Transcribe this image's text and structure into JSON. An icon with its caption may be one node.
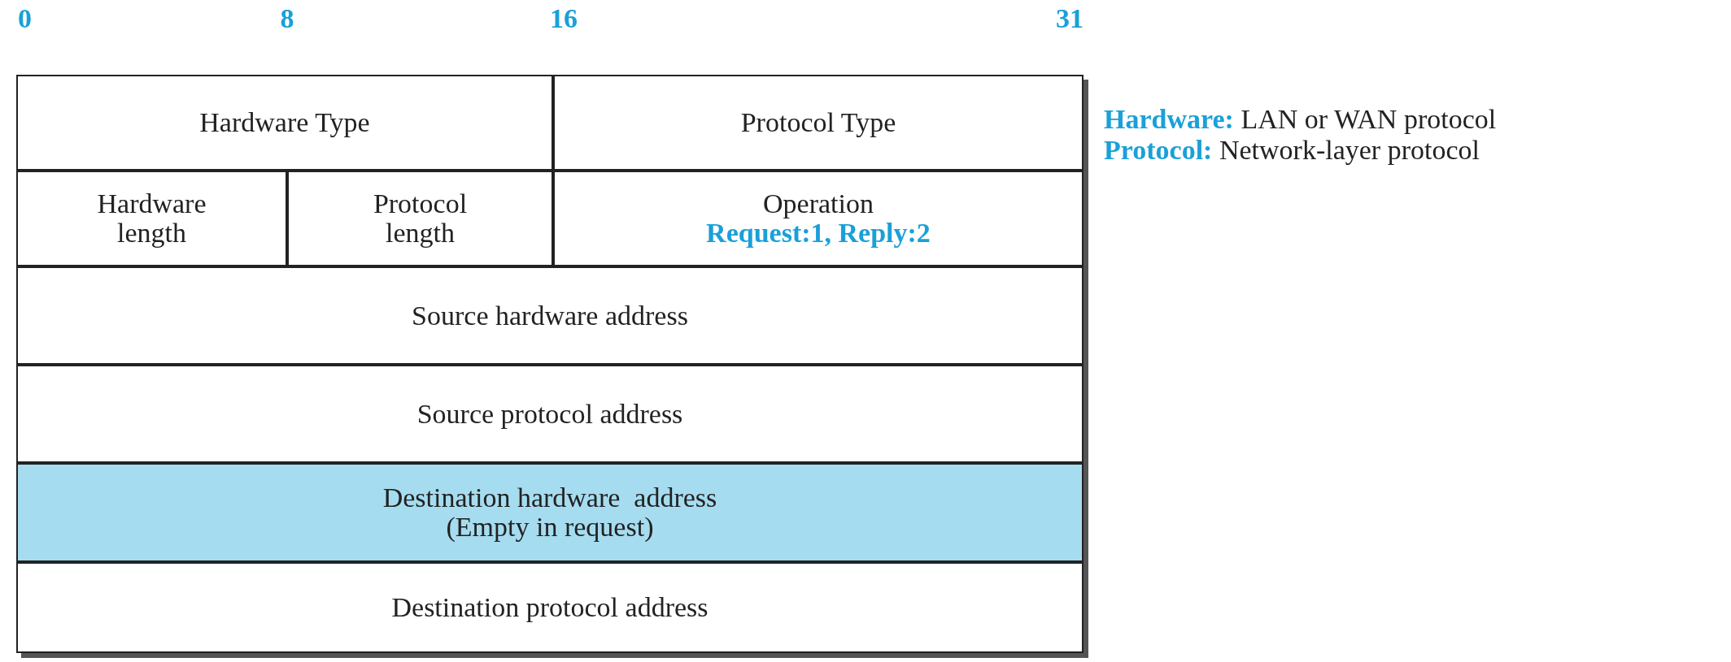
{
  "diagram": {
    "nodes": [
      {
        "text": [
          "Hardware Type"
        ]
      },
      {
        "text": [
          "Protocol Type"
        ]
      },
      {
        "text": [
          "Hardware length"
        ]
      },
      {
        "text": [
          "Protocol length"
        ]
      },
      {
        "text": [
          "Operation",
          "Request:1, Reply:2"
        ]
      },
      {
        "text": [
          "Source hardware address"
        ]
      },
      {
        "text": [
          "Source protocol address"
        ]
      },
      {
        "text": [
          "Destination hardware  address",
          "(Empty in request)"
        ]
      },
      {
        "text": [
          "Destination protocol address"
        ]
      }
    ],
    "labels": [
      "0",
      "8",
      "16",
      "31",
      "**Hardware:** LAN or WAN protocol",
      "**Protocol:** Network-layer protocol"
    ]
  }
}
